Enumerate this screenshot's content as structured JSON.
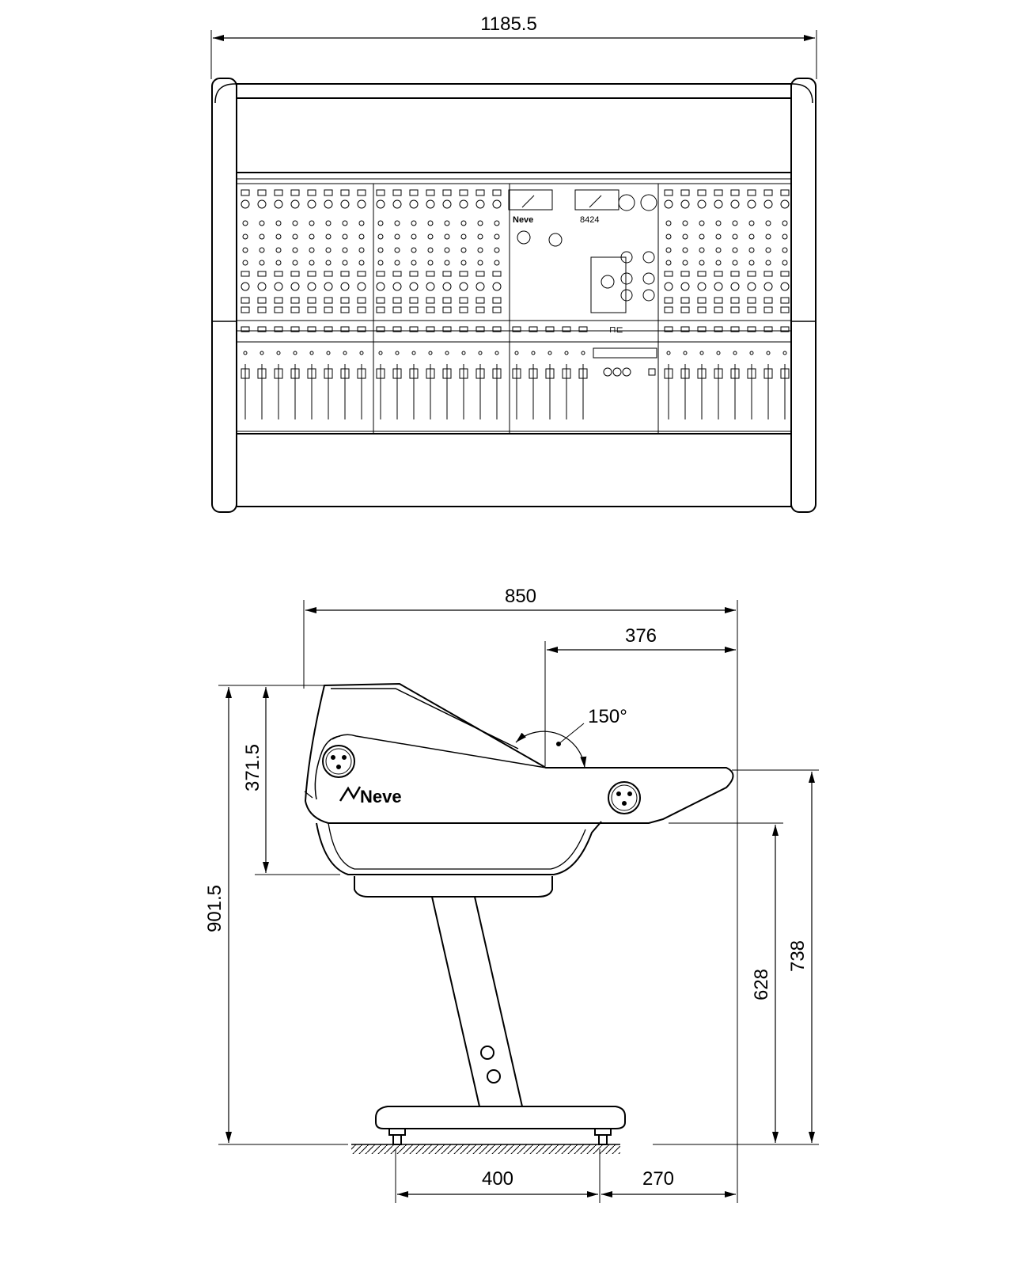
{
  "top_view": {
    "width_dim": "1185.5",
    "brand": "Neve",
    "model": "8424"
  },
  "side_view": {
    "depth_dim": "850",
    "front_dim": "376",
    "angle_dim": "150°",
    "upper_height_dim": "371.5",
    "total_height_dim": "901.5",
    "desk_height_dim": "628",
    "armrest_height_dim": "738",
    "foot_spacing_dim": "400",
    "front_overhang_dim": "270",
    "brand": "Neve"
  }
}
